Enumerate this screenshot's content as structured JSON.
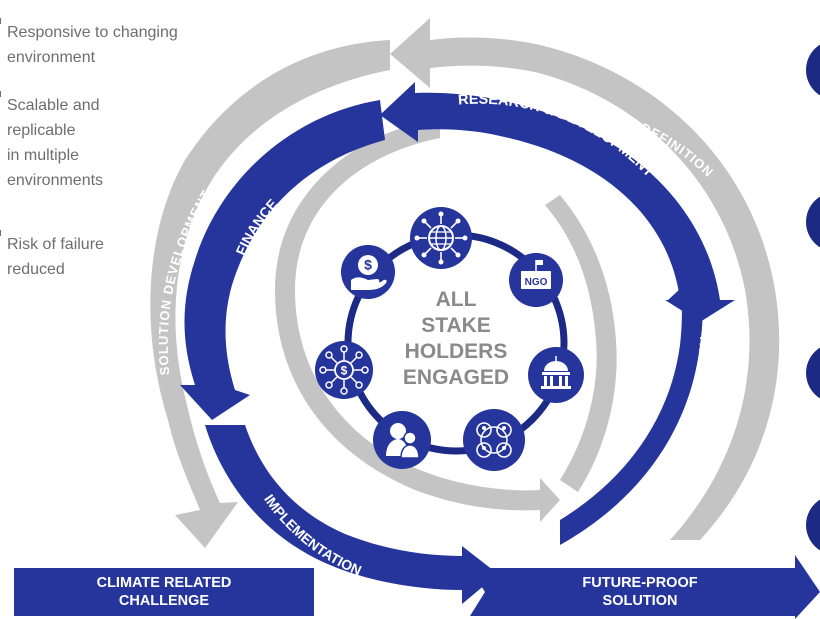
{
  "benefits": [
    {
      "text": "Responsive to changing\nenvironment"
    },
    {
      "text": "Scalable and\nreplicable\nin multiple\nenvironments"
    },
    {
      "text": "Risk of failure\nreduced"
    }
  ],
  "outer_cycle": {
    "problem_definition": "PROBLEM DEFINITION",
    "solution_development": "SOLUTION DEVELOPMENT"
  },
  "inner_cycle": {
    "research_development": "RESEARCH & DEVELOPMENT",
    "finance": "FINANCE",
    "implementation": "IMPLEMENTATION",
    "integrated_approach": "INTEGRATED APPROACH"
  },
  "center": {
    "lines": [
      "ALL",
      "STAKE",
      "HOLDERS",
      "ENGAGED"
    ],
    "ngo_label": "NGO",
    "stakeholder_icons": [
      "globe-network-icon",
      "ngo-building-icon",
      "government-building-icon",
      "network-people-icon",
      "people-icon",
      "financial-network-icon",
      "money-hand-icon"
    ]
  },
  "bottom_bar": {
    "left_line1": "CLIMATE RELATED",
    "left_line2": "CHALLENGE",
    "right_line1": "FUTURE-PROOF",
    "right_line2": "SOLUTION"
  },
  "colors": {
    "blue": "#25359b",
    "dark_blue": "#1c2a86",
    "gray_arrow": "#c4c4c4",
    "gray_text": "#6e6e6e"
  }
}
